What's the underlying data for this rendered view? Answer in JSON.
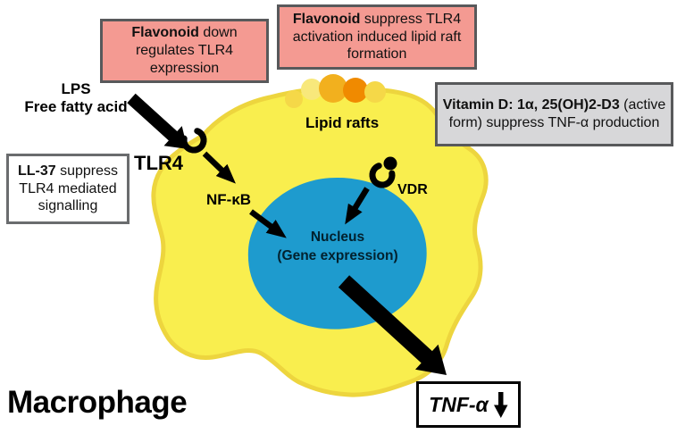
{
  "diagram_title": "Macrophage",
  "callouts": {
    "flavonoid_expression": {
      "bold": "Flavonoid",
      "rest": " down regulates TLR4 expression",
      "fill": "#F49A92",
      "border": "#58595B"
    },
    "flavonoid_raft": {
      "bold": "Flavonoid",
      "rest": " suppress TLR4 activation induced lipid raft formation",
      "fill": "#F49A92",
      "border": "#58595B"
    },
    "vitamin_d": {
      "bold": "Vitamin D: 1α, 25(OH)2-D3",
      "rest": " (active form) suppress TNF-α production",
      "fill": "#D7D7D9",
      "border": "#58595B"
    },
    "ll37": {
      "bold": "LL-37",
      "rest": " suppress TLR4 mediated signalling",
      "fill": "#FFFFFF",
      "border": "#6A6C6E"
    }
  },
  "labels": {
    "lps": "LPS",
    "free_fatty_acid": "Free fatty acid",
    "tlr4": "TLR4",
    "nfkb": "NF-κB",
    "lipid_rafts": "Lipid rafts",
    "nucleus": "Nucleus",
    "gene_expression": "(Gene expression)",
    "vdr": "VDR",
    "macrophage": "Macrophage"
  },
  "output_box": {
    "label": "TNF-α",
    "arrow": "down"
  },
  "cell": {
    "fill": "#F9EE4E",
    "stroke": "#EDD53E",
    "nucleus_fill": "#1E9BCE"
  },
  "lipid_raft_colors": [
    "#F5D848",
    "#F8E87B",
    "#F2B01E",
    "#F08A00",
    "#F5D848"
  ]
}
